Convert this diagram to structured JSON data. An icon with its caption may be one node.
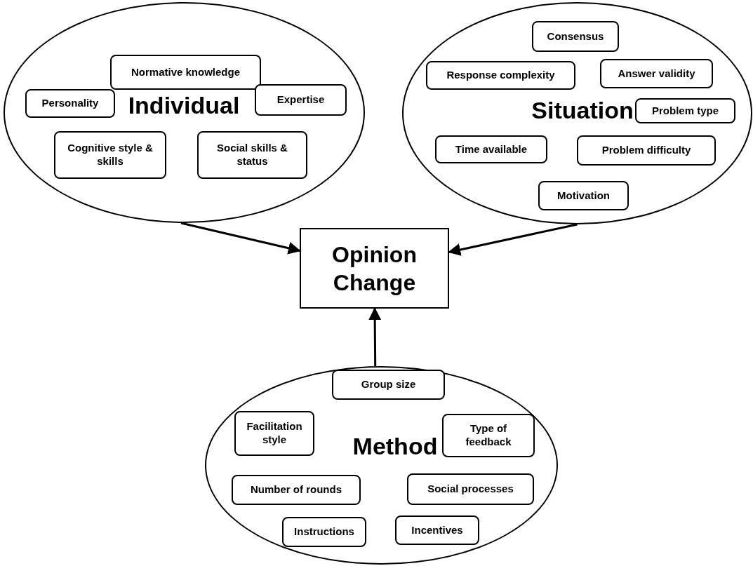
{
  "diagram": {
    "nodes": [
      {
        "text": [
          "Individual"
        ]
      },
      {
        "text": [
          "Normative knowledge"
        ],
        "in": 0
      },
      {
        "text": [
          "Personality"
        ],
        "in": 0
      },
      {
        "text": [
          "Expertise"
        ],
        "in": 0
      },
      {
        "text": [
          "Cognitive style & skills"
        ],
        "in": 0
      },
      {
        "text": [
          "Social skills & status"
        ],
        "in": 0
      },
      {
        "text": [
          "Situation"
        ]
      },
      {
        "text": [
          "Consensus"
        ],
        "in": 6
      },
      {
        "text": [
          "Response complexity"
        ],
        "in": 6
      },
      {
        "text": [
          "Answer validity"
        ],
        "in": 6
      },
      {
        "text": [
          "Problem type"
        ],
        "in": 6
      },
      {
        "text": [
          "Time available"
        ],
        "in": 6
      },
      {
        "text": [
          "Problem difficulty"
        ],
        "in": 6
      },
      {
        "text": [
          "Motivation"
        ],
        "in": 6
      },
      {
        "text": [
          "Opinion Change"
        ]
      },
      {
        "text": [
          "Method"
        ]
      },
      {
        "text": [
          "Group size"
        ],
        "in": 15
      },
      {
        "text": [
          "Facilitation style"
        ],
        "in": 15
      },
      {
        "text": [
          "Type of feedback"
        ],
        "in": 15
      },
      {
        "text": [
          "Number of rounds"
        ],
        "in": 15
      },
      {
        "text": [
          "Social processes"
        ],
        "in": 15
      },
      {
        "text": [
          "Instructions"
        ],
        "in": 15
      },
      {
        "text": [
          "Incentives"
        ],
        "in": 15
      }
    ],
    "edges": [
      {
        "from": 0,
        "to": 14,
        "arrow": "to"
      },
      {
        "from": 6,
        "to": 14,
        "arrow": "to"
      },
      {
        "from": 15,
        "to": 14,
        "arrow": "to"
      }
    ]
  }
}
